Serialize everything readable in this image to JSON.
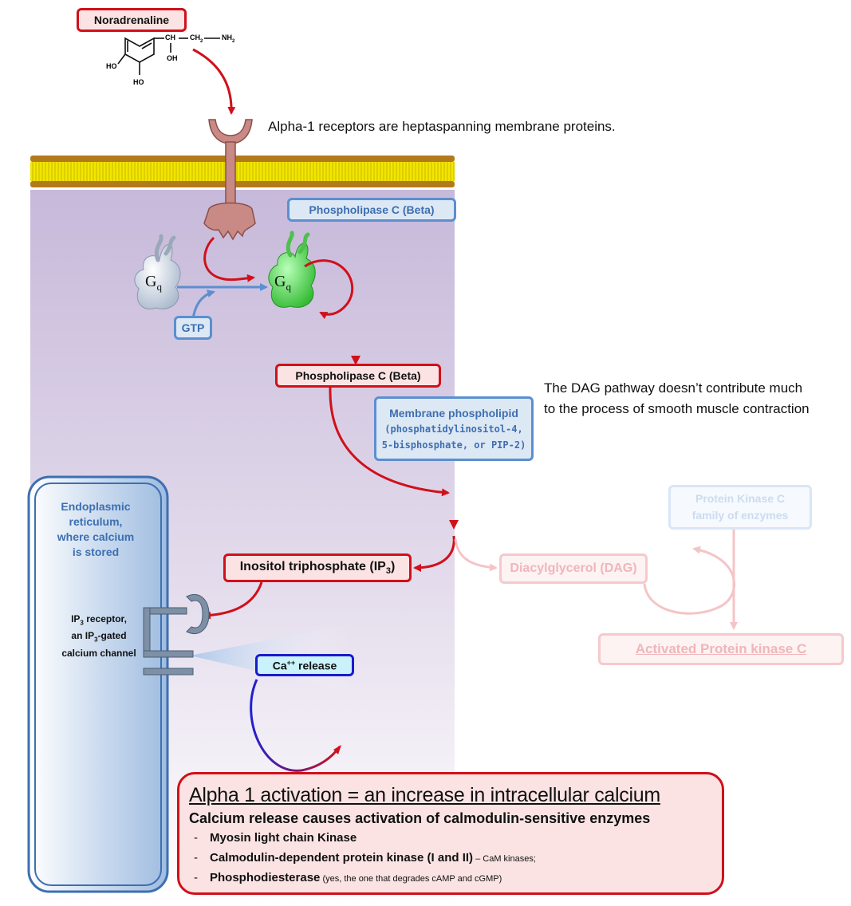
{
  "noradrenaline": "Noradrenaline",
  "molecule": {
    "ch": "CH",
    "ch2": "CH",
    "ch2_sub": "2",
    "nh2": "NH",
    "nh2_sub": "2",
    "oh": "OH",
    "ho1": "HO",
    "ho2": "HO"
  },
  "receptor_caption": "Alpha-1 receptors are  heptaspanning  membrane proteins.",
  "plc_top": "Phospholipase C (Beta)",
  "gq_letter": "G",
  "gq_sub": "q",
  "gtp": "GTP",
  "plc_active": "Phospholipase C (Beta)",
  "dag_caption_line1": "The DAG pathway doesn’t contribute much",
  "dag_caption_line2": "to the process of smooth muscle contraction",
  "membrane_phospholipid": {
    "title": "Membrane phospholipid",
    "line2": "(phosphatidylinositol-4,",
    "line3": "5-bisphosphate, or PIP-2)"
  },
  "er_label": [
    "Endoplasmic",
    "reticulum,",
    "where calcium",
    "is stored"
  ],
  "ip3": {
    "text": "Inositol triphosphate  (IP",
    "sub": "3",
    "end": ")"
  },
  "dag": "Diacylglycerol (DAG)",
  "pkc": {
    "line1": "Protein Kinase C",
    "line2": "family of enzymes"
  },
  "activated_pkc": "Activated  Protein  kinase C",
  "ip3_receptor": {
    "l1_a": "IP",
    "l1_sub": "3",
    "l1_b": " receptor,",
    "l2_a": "an IP",
    "l2_sub": "3",
    "l2_b": "-gated",
    "l3": "calcium channel"
  },
  "ca_release": {
    "a": "Ca",
    "sup": "++",
    "b": " release"
  },
  "summary": {
    "title": "Alpha 1 activation = an increase in intracellular calcium",
    "subtitle": "Calcium release causes activation of calmodulin-sensitive enzymes",
    "dash": "-",
    "items": [
      {
        "label": "Myosin light chain Kinase",
        "note": ""
      },
      {
        "label": "Calmodulin-dependent  protein kinase (I and II)",
        "note": " – CaM kinases;"
      },
      {
        "label": "Phosphodiesterase",
        "note": "  (yes, the one that degrades cAMP and cGMP)"
      }
    ]
  },
  "colors": {
    "red": "#d0101a",
    "blue": "#5b8fd0",
    "membrane_yellow": "#f2e600",
    "membrane_brown": "#b37a1a",
    "cytoplasm": "#cbbfdc",
    "receptor": "#c98a86",
    "gq_inactive": "#dde6f0",
    "gq_active": "#5ee05e"
  }
}
